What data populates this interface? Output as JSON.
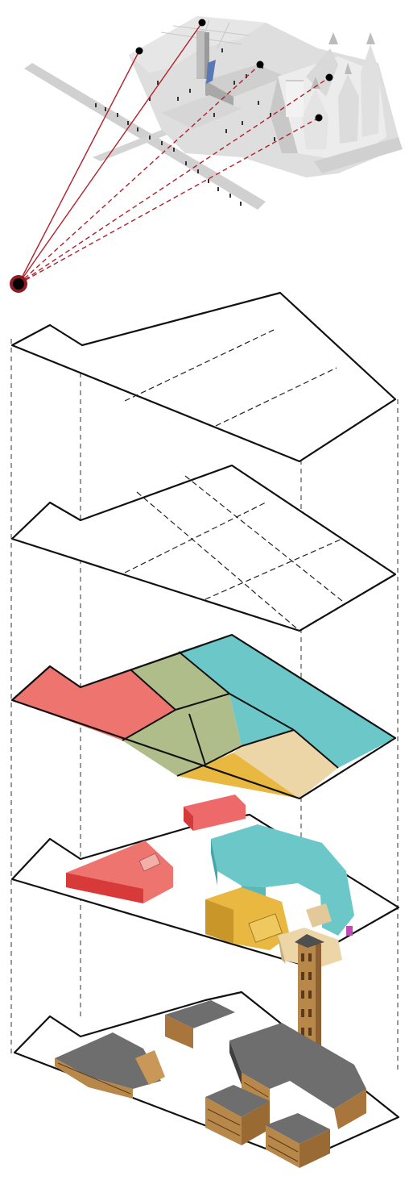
{
  "colors": {
    "zone_red": "#ee7470",
    "zone_green": "#aebd89",
    "zone_teal": "#6cc8c8",
    "zone_gold": "#e8b840",
    "zone_sand": "#ecd6a8",
    "sightline_red": "#b3202a",
    "building_roof": "#6e6e6e",
    "building_wall": "#b7884a"
  },
  "layers": [
    {
      "name": "site-boundary-outline"
    },
    {
      "name": "site-grid-outline"
    },
    {
      "name": "zoning-plan"
    },
    {
      "name": "massing-plan"
    },
    {
      "name": "building-model"
    }
  ],
  "zones": [
    {
      "name": "zone-red",
      "color": "#ee7470"
    },
    {
      "name": "zone-green",
      "color": "#aebd89"
    },
    {
      "name": "zone-teal",
      "color": "#6cc8c8"
    },
    {
      "name": "zone-gold",
      "color": "#e8b840"
    },
    {
      "name": "zone-sand",
      "color": "#ecd6a8"
    }
  ],
  "massing_labels": [
    "",
    "",
    "",
    "",
    ""
  ],
  "viewpoint": {
    "icon": "viewpoint-marker-icon"
  }
}
